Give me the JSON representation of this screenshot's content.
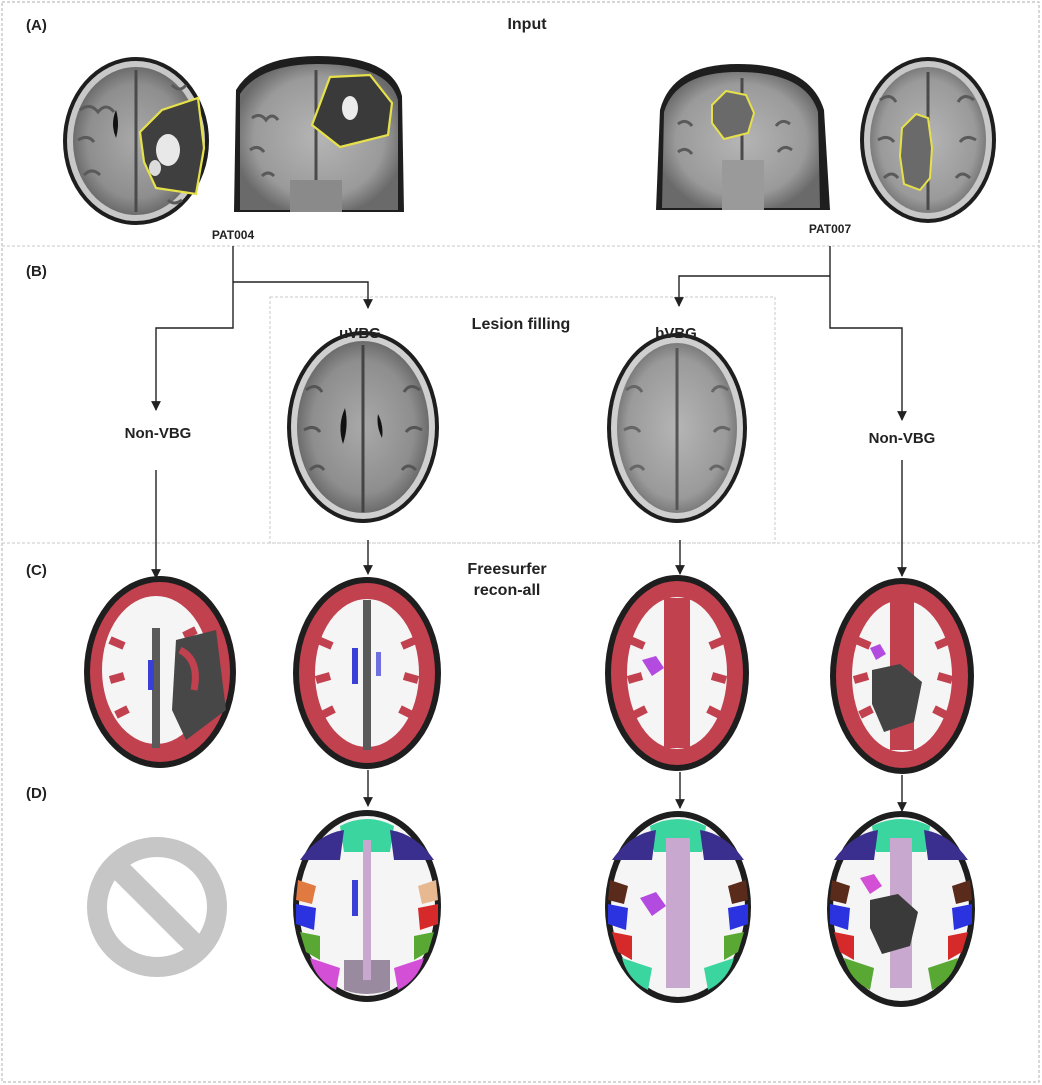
{
  "figure": {
    "rows": {
      "a": "(A)",
      "b": "(B)",
      "c": "(C)",
      "d": "(D)"
    },
    "titles": {
      "input": "Input",
      "lesion_filling": "Lesion filling",
      "freesurfer": "Freesurfer\nrecon-all"
    },
    "patients": {
      "left": "PAT004",
      "right": "PAT007"
    },
    "nodes": {
      "non_vbg_left": "Non-VBG",
      "uvbg": "uVBG",
      "bvbg": "bVBG",
      "non_vbg_right": "Non-VBG"
    },
    "icons": {
      "not_available": "prohibited-icon"
    },
    "colors": {
      "border": "#bdbdbd",
      "dashed": "#c9c9c9",
      "arrow": "#222222",
      "tumor_outline": "#e6e14a",
      "cortex_red": "#c1414f",
      "white_matter": "#f5f5f5",
      "ventricle_blue": "#3a3fd6",
      "lesion_violet": "#b44be0",
      "parcel_teal": "#3bd6a0",
      "parcel_navy": "#3a2f8f",
      "parcel_blue": "#2b32e0",
      "parcel_red": "#d62a2a",
      "parcel_green": "#59a834",
      "parcel_magenta": "#d24fd6",
      "parcel_peach": "#e8b890",
      "parcel_lilac": "#c9a8cf",
      "prohibited_gray": "#c6c6c6"
    }
  }
}
